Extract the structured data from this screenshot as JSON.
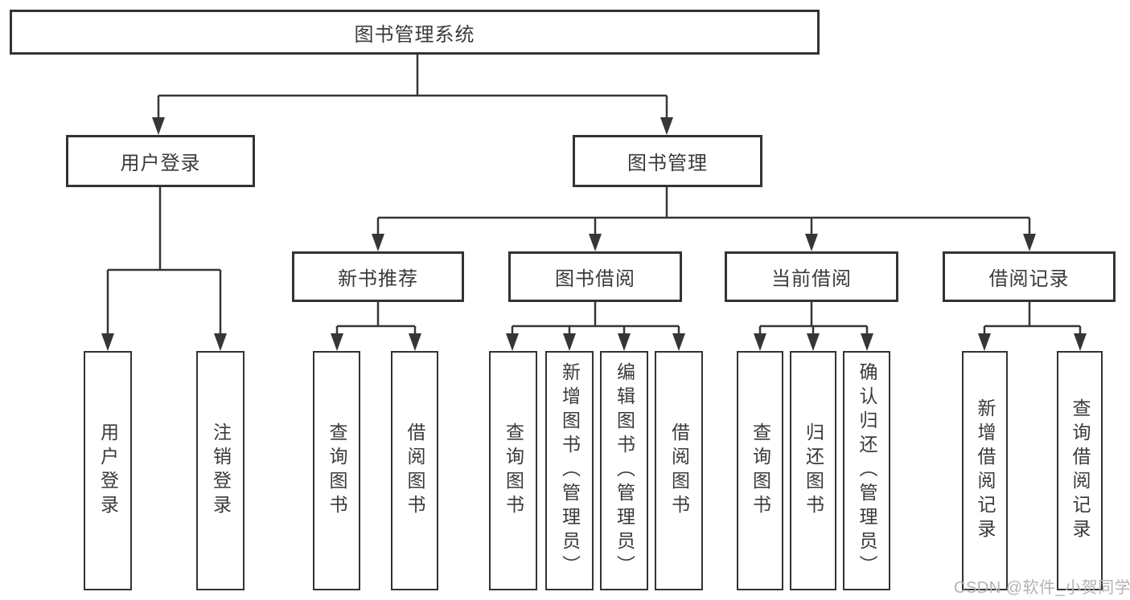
{
  "colors": {
    "line": "#363636",
    "box_border": "#333333",
    "text": "#3a3a3a",
    "watermark": "#b3b3b3",
    "background": "#ffffff"
  },
  "tree": {
    "root": {
      "label": "图书管理系统"
    },
    "branches": [
      {
        "label": "用户登录",
        "children": [
          {
            "label": "用户登录"
          },
          {
            "label": "注销登录"
          }
        ]
      },
      {
        "label": "图书管理",
        "children": [
          {
            "label": "新书推荐",
            "children": [
              {
                "label": "查询图书"
              },
              {
                "label": "借阅图书"
              }
            ]
          },
          {
            "label": "图书借阅",
            "children": [
              {
                "label": "查询图书"
              },
              {
                "label": "新增图书（管理员）"
              },
              {
                "label": "编辑图书（管理员）"
              },
              {
                "label": "借阅图书"
              }
            ]
          },
          {
            "label": "当前借阅",
            "children": [
              {
                "label": "查询图书"
              },
              {
                "label": "归还图书"
              },
              {
                "label": "确认归还（管理员）"
              }
            ]
          },
          {
            "label": "借阅记录",
            "children": [
              {
                "label": "新增借阅记录"
              },
              {
                "label": "查询借阅记录"
              }
            ]
          }
        ]
      }
    ]
  },
  "watermark": {
    "text": "CSDN @软件_小贺同学"
  }
}
